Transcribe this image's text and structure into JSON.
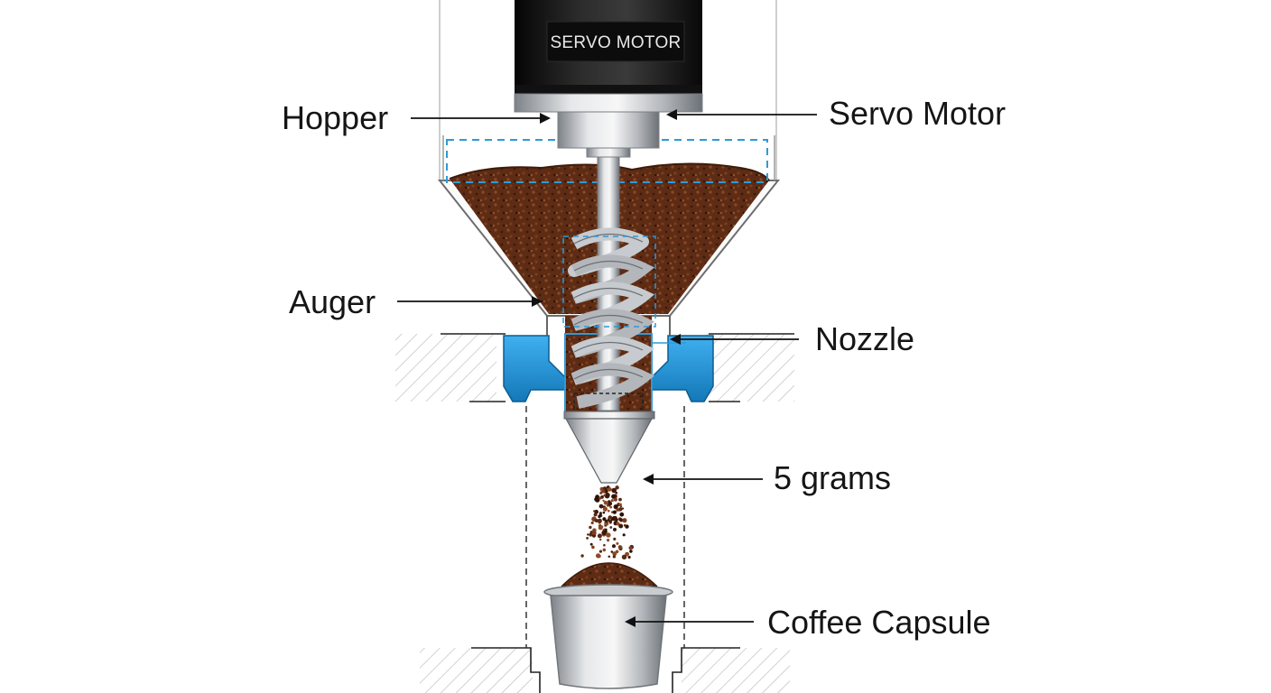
{
  "motor_plate_text": "SERVO MOTOR",
  "labels": {
    "hopper": "Hopper",
    "servo_motor": "Servo Motor",
    "auger": "Auger",
    "nozzle": "Nozzle",
    "dose": "5 grams",
    "capsule": "Coffee Capsule"
  },
  "colors": {
    "coffee": "#5a2a14",
    "coffee_light": "#7a3d1f",
    "nozzle_mount": "#1e90d6",
    "steel": "#b8bcc0",
    "motor_body": "#1a1a1a",
    "guide_line": "#2e9ad6"
  }
}
